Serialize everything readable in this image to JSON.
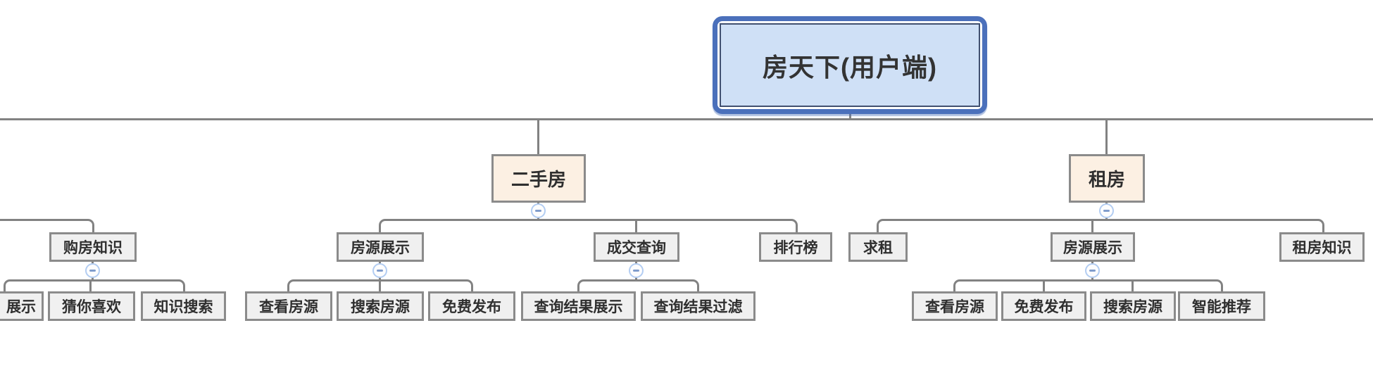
{
  "diagram": {
    "type": "mindmap-org-chart",
    "colors": {
      "root_fill": "#cfe0f6",
      "root_outer_border": "#4b70bb",
      "root_inner_border": "#415070",
      "branch_fill": "#fcf0e3",
      "node_fill": "#f0f0f0",
      "node_border": "#8b8b8b",
      "connector_line": "#828282",
      "collapse_ring": "#b3cdf2",
      "collapse_glyph": "#7f9ccc",
      "text": "#2f2f2f"
    },
    "icons": {
      "collapse": "minus-circle"
    },
    "nodes": {
      "root": {
        "label": "房天下(用户端)",
        "children": [
          "secondhand",
          "rent"
        ]
      },
      "secondhand": {
        "label": "二手房",
        "children": [
          "listing_display_sh",
          "deal_query",
          "ranking"
        ]
      },
      "rent": {
        "label": "租房",
        "children": [
          "seek_rent",
          "listing_display_rent",
          "rent_knowledge"
        ]
      },
      "buy_knowledge": {
        "label": "购房知识",
        "children": [
          "show",
          "guess_you_like",
          "knowledge_search"
        ]
      },
      "show": {
        "label": "展示",
        "children": []
      },
      "guess_you_like": {
        "label": "猜你喜欢",
        "children": []
      },
      "knowledge_search": {
        "label": "知识搜索",
        "children": []
      },
      "listing_display_sh": {
        "label": "房源展示",
        "children": [
          "view_listing_sh",
          "search_listing_sh",
          "free_post_sh"
        ]
      },
      "view_listing_sh": {
        "label": "查看房源",
        "children": []
      },
      "search_listing_sh": {
        "label": "搜索房源",
        "children": []
      },
      "free_post_sh": {
        "label": "免费发布",
        "children": []
      },
      "deal_query": {
        "label": "成交查询",
        "children": [
          "query_result_display",
          "query_result_filter"
        ]
      },
      "query_result_display": {
        "label": "查询结果展示",
        "children": []
      },
      "query_result_filter": {
        "label": "查询结果过滤",
        "children": []
      },
      "ranking": {
        "label": "排行榜",
        "children": []
      },
      "seek_rent": {
        "label": "求租",
        "children": []
      },
      "listing_display_rent": {
        "label": "房源展示",
        "children": [
          "view_listing_rent",
          "free_post_rent",
          "search_listing_rent",
          "smart_recommend"
        ]
      },
      "view_listing_rent": {
        "label": "查看房源",
        "children": []
      },
      "free_post_rent": {
        "label": "免费发布",
        "children": []
      },
      "search_listing_rent": {
        "label": "搜索房源",
        "children": []
      },
      "smart_recommend": {
        "label": "智能推荐",
        "children": []
      },
      "rent_knowledge": {
        "label": "租房知识",
        "children": []
      }
    }
  }
}
